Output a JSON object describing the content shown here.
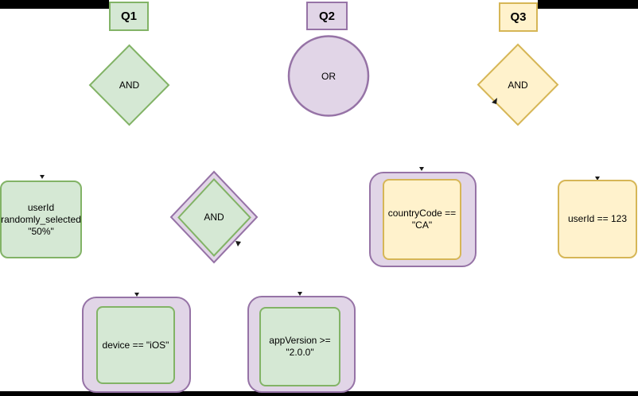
{
  "palette": {
    "canvas_bg": "#ffffff",
    "bar": "#000000",
    "text": "#000000",
    "green_fill": "#d5e8d4",
    "green_stroke": "#82b366",
    "purple_fill": "#e1d5e7",
    "purple_stroke": "#9673a6",
    "yellow_fill": "#fff2cc",
    "yellow_stroke": "#d6b656"
  },
  "q1": {
    "title": "Q1",
    "operator": "AND",
    "condition_random": {
      "line1": "userId",
      "line2": "randomly_selected",
      "line3": "\"50%\""
    },
    "nested": {
      "operator": "AND",
      "condition_device": "device == \"iOS\"",
      "condition_appversion": {
        "line1": "appVersion >=",
        "line2": "\"2.0.0\""
      }
    }
  },
  "q2": {
    "title": "Q2",
    "operator": "OR",
    "condition_country": {
      "line1": "countryCode ==",
      "line2": "\"CA\""
    }
  },
  "q3": {
    "title": "Q3",
    "operator": "AND",
    "condition_userid": "userId == 123"
  }
}
